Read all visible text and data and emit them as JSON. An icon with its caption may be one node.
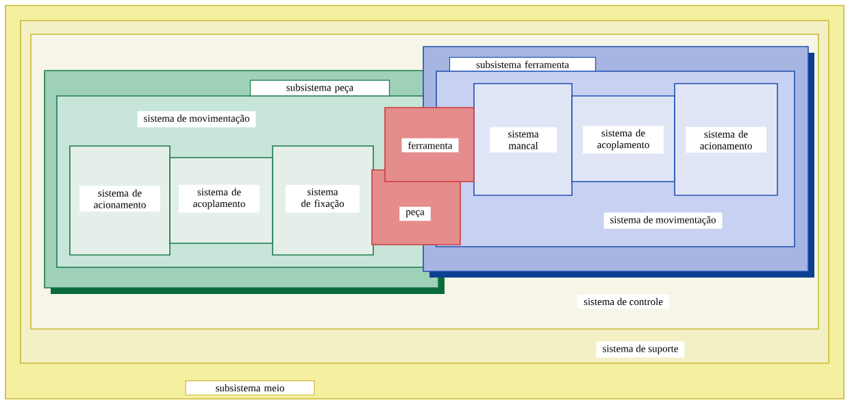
{
  "diagram": {
    "nodes": [
      {
        "text": [
          "subsistema meio"
        ]
      },
      {
        "text": [
          "sistema de suporte"
        ],
        "in": 0
      },
      {
        "text": [
          "sistema de controle"
        ],
        "in": 1
      },
      {
        "text": [
          "subsistema peça"
        ],
        "in": 2
      },
      {
        "text": [
          "sistema de movimentação"
        ],
        "in": 3
      },
      {
        "text": [
          "sistema de acionamento"
        ],
        "in": 4
      },
      {
        "text": [
          "sistema de acoplamento"
        ],
        "in": 4
      },
      {
        "text": [
          "sistema de fixação"
        ],
        "in": 4
      },
      {
        "text": [
          "subsistema ferramenta"
        ],
        "in": 2
      },
      {
        "text": [
          "sistema de movimentação"
        ],
        "in": 8
      },
      {
        "text": [
          "sistema mancal"
        ],
        "in": 9
      },
      {
        "text": [
          "sistema de acoplamento"
        ],
        "in": 9
      },
      {
        "text": [
          "sistema de acionamento"
        ],
        "in": 9
      },
      {
        "text": [
          "ferramenta"
        ],
        "in": 2
      },
      {
        "text": [
          "peça"
        ],
        "in": 2
      }
    ]
  }
}
